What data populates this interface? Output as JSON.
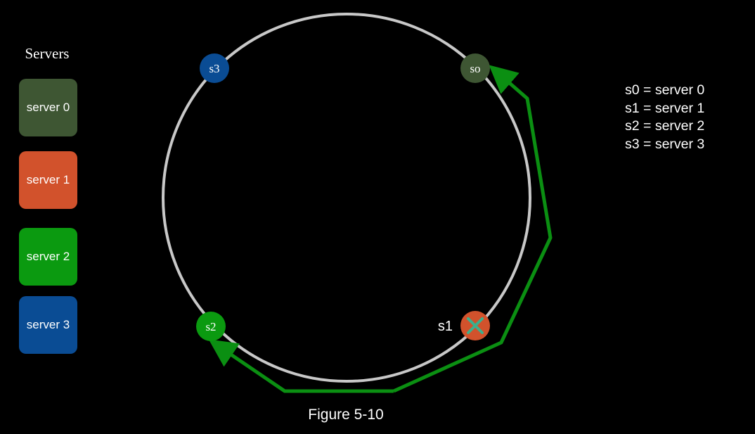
{
  "servers_panel": {
    "title": "Servers",
    "items": [
      {
        "label": "server 0",
        "color": "#3e5633"
      },
      {
        "label": "server 1",
        "color": "#d2522c"
      },
      {
        "label": "server 2",
        "color": "#0b9a10"
      },
      {
        "label": "server 3",
        "color": "#0a4c94"
      }
    ]
  },
  "ring": {
    "color": "#c8c8c8",
    "nodes": [
      {
        "id": "s3",
        "label": "s3",
        "color": "#0a4c94",
        "state": "active"
      },
      {
        "id": "s0",
        "label": "so",
        "color": "#3e5633",
        "state": "active"
      },
      {
        "id": "s2",
        "label": "s2",
        "color": "#0b9a10",
        "state": "active"
      },
      {
        "id": "s1",
        "label": "s1",
        "color": "#d2522c",
        "state": "removed",
        "mark_color": "#3bb08d"
      }
    ]
  },
  "arrows": {
    "color": "#0b8f12"
  },
  "legend": {
    "lines": [
      "s0 = server 0",
      "s1 = server 1",
      "s2 = server 2",
      "s3 = server 3"
    ]
  },
  "caption": "Figure 5-10"
}
